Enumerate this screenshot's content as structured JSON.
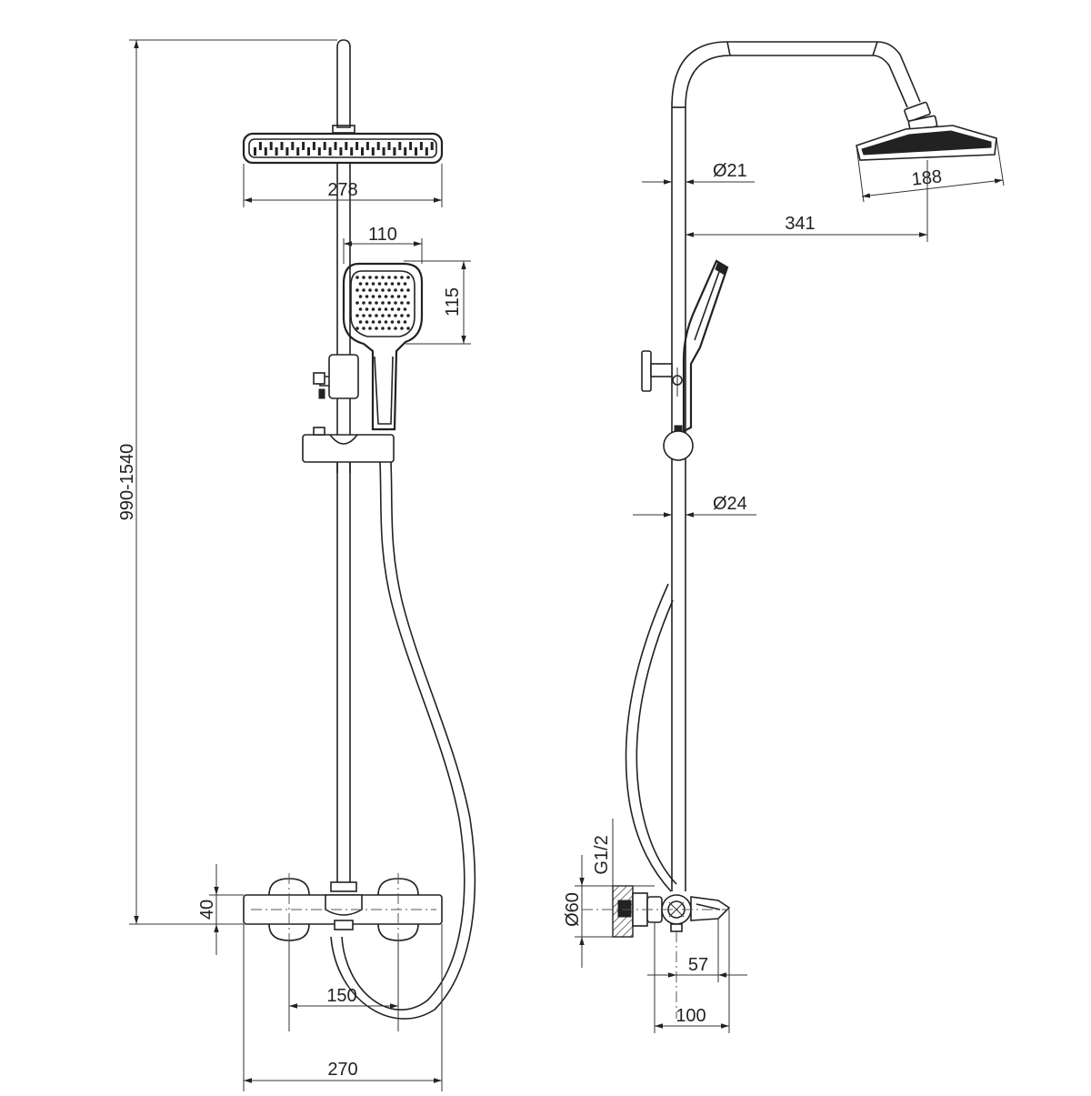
{
  "dimensions": {
    "overall_height": "990-1540",
    "head_width_front": "278",
    "hand_width": "110",
    "hand_height": "115",
    "valve_height": "40",
    "inlet_spacing": "150",
    "valve_width": "270",
    "rail_diameter_upper": "Ø21",
    "rail_diameter_lower": "Ø24",
    "arm_projection": "341",
    "head_diameter_side": "188",
    "inlet_thread": "G1/2",
    "escutcheon_diameter": "Ø60",
    "spout_depth": "57",
    "wall_depth": "100"
  }
}
